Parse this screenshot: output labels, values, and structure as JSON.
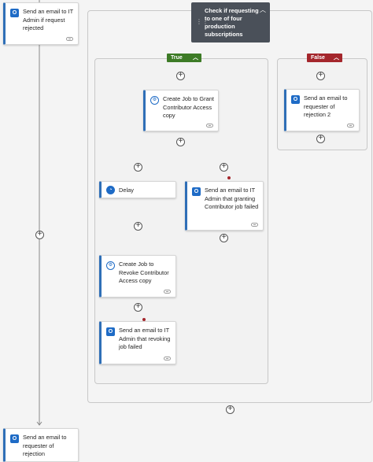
{
  "cards": {
    "email_it_admin_rejected": "Send an email to IT Admin if request rejected",
    "email_requester_rejection": "Send an email to requester of rejection",
    "create_job_grant": "Create Job to Grant Contributor Access copy",
    "email_requester_rejection_2": "Send an email to requester of rejection 2",
    "delay": "Delay",
    "email_it_admin_grant_failed": "Send an email to IT Admin that granting Contributor job failed",
    "create_job_revoke": "Create Job to Revoke Contributor Access copy",
    "email_it_admin_revoke_failed": "Send an email to IT Admin that revoking job failed"
  },
  "condition": {
    "title": "Check if requesting to one of four production subscriptions"
  },
  "branches": {
    "true_label": "True",
    "false_label": "False"
  },
  "icons": {
    "outlook": "outlook-icon",
    "job": "azure-automation-icon",
    "delay": "clock-icon",
    "condition": "condition-icon",
    "plus": "plus-icon",
    "link": "link-icon"
  },
  "colors": {
    "true": "#3d7b26",
    "false": "#a4262c",
    "condition": "#4a5059",
    "accent": "#2f6fb7"
  }
}
